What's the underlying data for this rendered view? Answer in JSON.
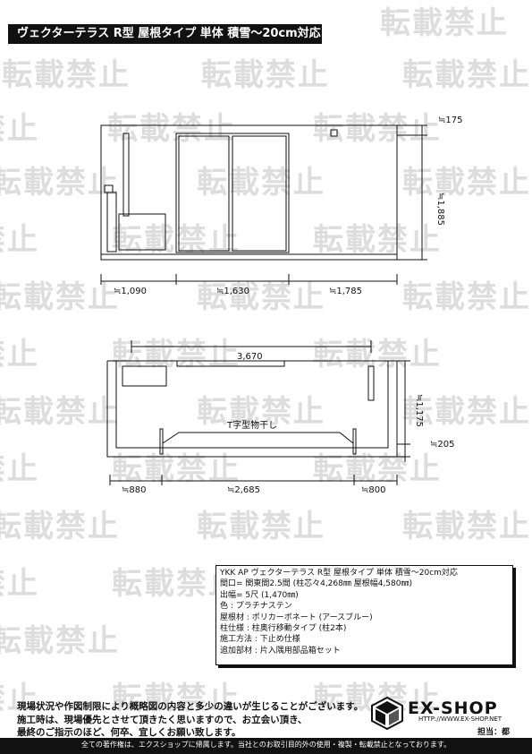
{
  "title": "ヴェクターテラス R型 屋根タイプ 単体 積雪〜20cm対応",
  "watermark": "転載禁止",
  "elevation": {
    "dim_top": "≒175",
    "dim_height": "≒1,885",
    "dim_left": "≒1,090",
    "dim_mid": "≒1,630",
    "dim_right": "≒1,785"
  },
  "plan": {
    "dim_span": "3,670",
    "dim_depth": "≒1,175",
    "dim_offset": "≒205",
    "label_drying": "T字型物干し",
    "dim_left": "≒880",
    "dim_mid": "≒2,685",
    "dim_right": "≒800"
  },
  "spec": {
    "lines": [
      "YKK AP ヴェクターテラス R型 屋根タイプ 単体 積雪〜20cm対応",
      "間口= 関東間2.5間 (柱芯々4,268㎜ 屋根幅4,580㎜)",
      "出幅= 5尺 (1,470㎜)",
      "色 : プラチナステン",
      "屋根材 : ポリカーボネート (アースブルー)",
      "柱仕様 : 柱奥行移動タイプ (柱2本)",
      "施工方法 : 下止め仕様",
      "追加部材 : 片入隅用部品箱セット"
    ]
  },
  "note": {
    "line1": "現場状況や作図制限により概略図の内容と多少の違いが生じることがございます。",
    "line2": "施工時は、現場優先とさせて頂きたく思いますので、お立会い頂き、",
    "line3": "最終のご指示のほど、何卒、宜しくお願い致します。"
  },
  "brand": {
    "name": "EX-SHOP",
    "url": "HTTP://WWW.EX-SHOP.NET",
    "staff": "担当：都"
  },
  "footer": "全ての著作権は、エクスショップに帰属します。当社とのお取引目的外の使用・複製・転載禁止となっております。"
}
